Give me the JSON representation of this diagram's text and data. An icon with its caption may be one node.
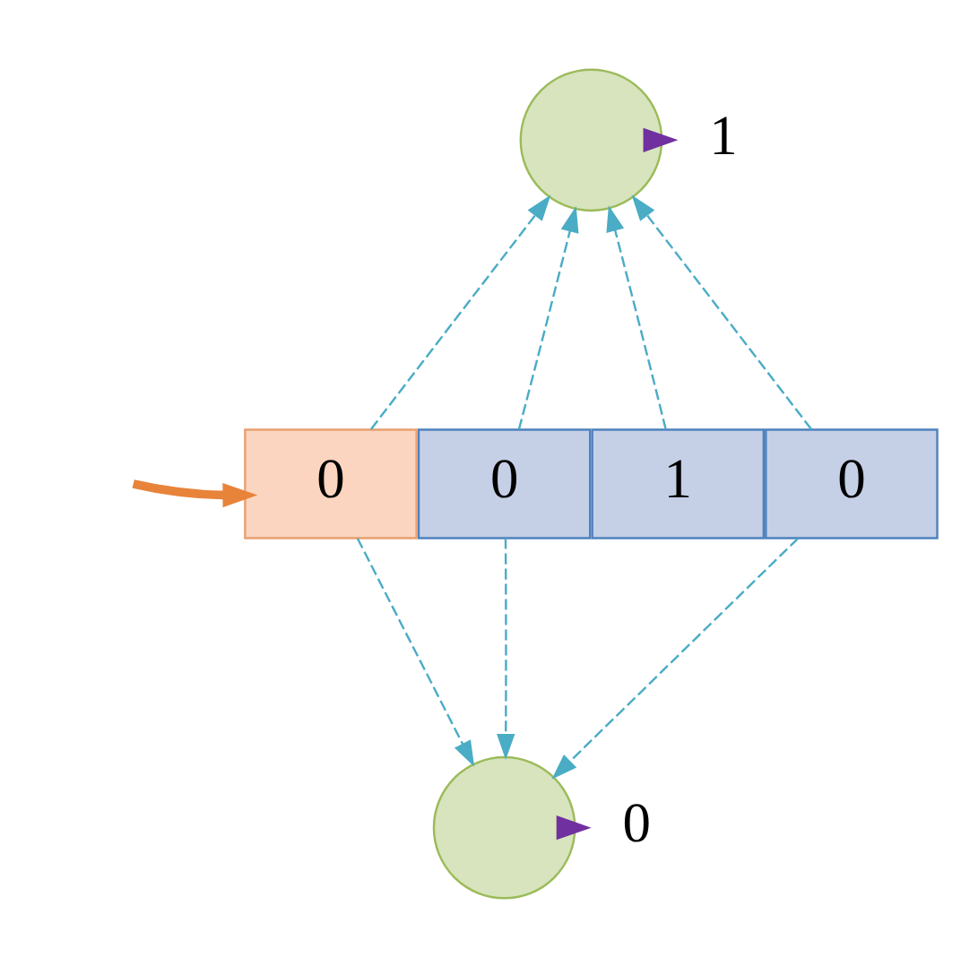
{
  "diagram": {
    "nodes": [
      {
        "text": [],
        "shape": "circle"
      },
      {
        "text": [
          "0"
        ]
      },
      {
        "text": [
          "0"
        ]
      },
      {
        "text": [
          "1"
        ]
      },
      {
        "text": [
          "0"
        ]
      },
      {
        "text": [],
        "shape": "circle"
      },
      {
        "text": [
          "1"
        ]
      },
      {
        "text": [
          "0"
        ]
      }
    ],
    "edges": [
      {
        "from": null,
        "to": 1,
        "arrow": "to",
        "style": "thick",
        "color": "#e8833a"
      },
      {
        "from": 1,
        "to": 0,
        "arrow": "to",
        "style": "dashed"
      },
      {
        "from": 2,
        "to": 0,
        "arrow": "to",
        "style": "dashed"
      },
      {
        "from": 3,
        "to": 0,
        "arrow": "to",
        "style": "dashed"
      },
      {
        "from": 4,
        "to": 0,
        "arrow": "to",
        "style": "dashed"
      },
      {
        "from": 1,
        "to": 5,
        "arrow": "to",
        "style": "dashed"
      },
      {
        "from": 2,
        "to": 5,
        "arrow": "to",
        "style": "dashed"
      },
      {
        "from": 4,
        "to": 5,
        "arrow": "to",
        "style": "dashed"
      },
      {
        "from": 0,
        "to": 6,
        "arrow": "to",
        "style": "thick",
        "color": "#7030a0"
      },
      {
        "from": 5,
        "to": 7,
        "arrow": "to",
        "style": "thick",
        "color": "#7030a0"
      }
    ]
  }
}
